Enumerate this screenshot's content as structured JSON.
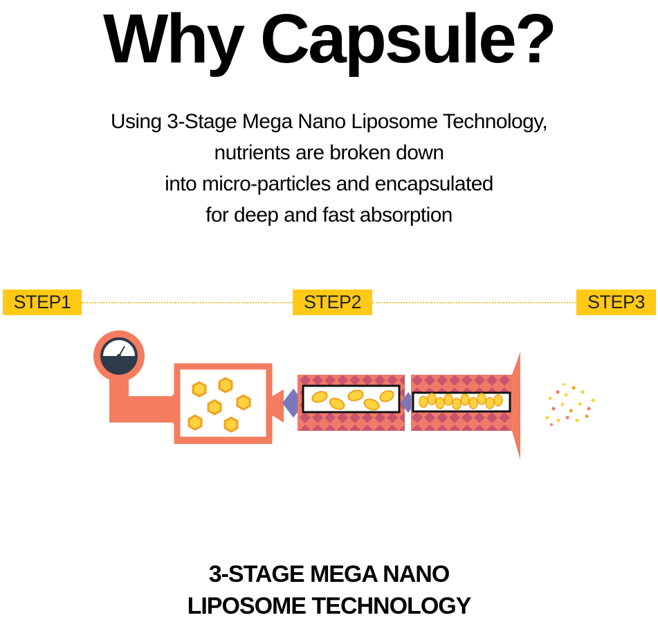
{
  "title": "Why Capsule?",
  "subtitle": {
    "lines": [
      "Using 3-Stage Mega Nano Liposome Technology,",
      "nutrients are broken down",
      "into micro-particles and encapsulated",
      "for deep and fast absorption"
    ]
  },
  "steps": [
    "STEP1",
    "STEP2",
    "STEP3"
  ],
  "footer": {
    "lines": [
      "3-STAGE MEGA NANO",
      "LIPOSOME TECHNOLOGY"
    ]
  },
  "colors": {
    "step_badge": "#ffc916",
    "machine": "#f47c5f",
    "chamber_pattern": "#c9546f",
    "gauge": "#2e3a4a",
    "valve": "#7a78b8",
    "particle": "#ffd23f"
  },
  "icons": [
    "pressure-gauge-icon",
    "hexagon-particle-icon",
    "liposome-particle-icon",
    "nano-particle-icon"
  ]
}
